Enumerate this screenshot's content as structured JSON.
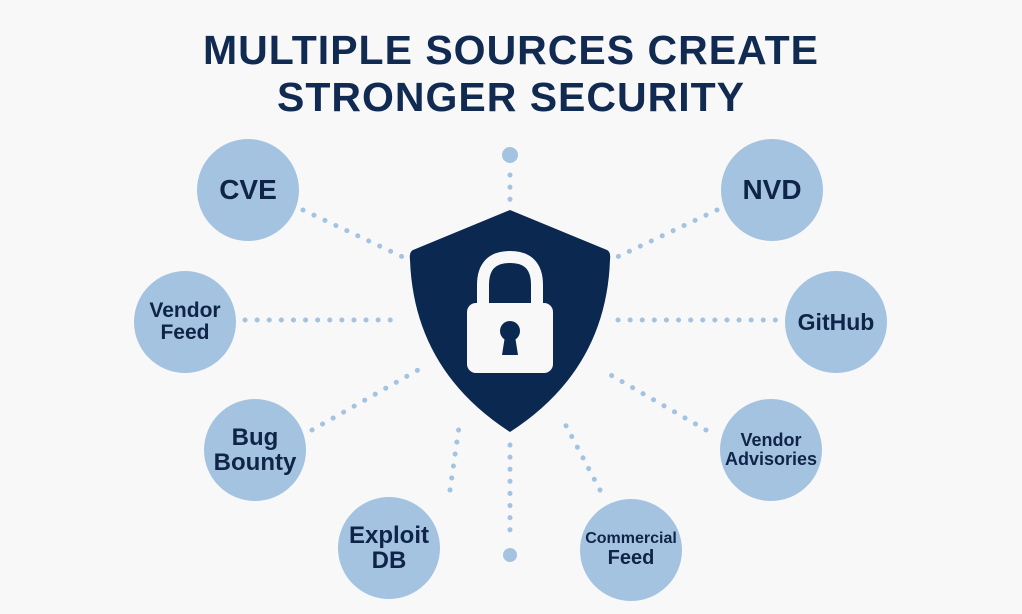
{
  "title": {
    "line1": "MULTIPLE SOURCES CREATE",
    "line2": "STRONGER SECURITY"
  },
  "center_icon": "shield-lock-icon",
  "colors": {
    "title": "#102a52",
    "shield": "#0b2850",
    "node": "#a4c3e0",
    "dots": "#a4c3e0"
  },
  "sources": [
    {
      "id": "cve",
      "lines": [
        "CVE"
      ]
    },
    {
      "id": "nvd",
      "lines": [
        "NVD"
      ]
    },
    {
      "id": "vendor-feed",
      "lines": [
        "Vendor",
        "Feed"
      ]
    },
    {
      "id": "github",
      "lines": [
        "GitHub"
      ]
    },
    {
      "id": "bug-bounty",
      "lines": [
        "Bug",
        "Bounty"
      ]
    },
    {
      "id": "vendor-advisories",
      "lines": [
        "Vendor",
        "Advisories"
      ]
    },
    {
      "id": "exploit-db",
      "lines": [
        "Exploit",
        "DB"
      ]
    },
    {
      "id": "commercial-feed",
      "lines": [
        "Commercial",
        "Feed"
      ]
    }
  ]
}
